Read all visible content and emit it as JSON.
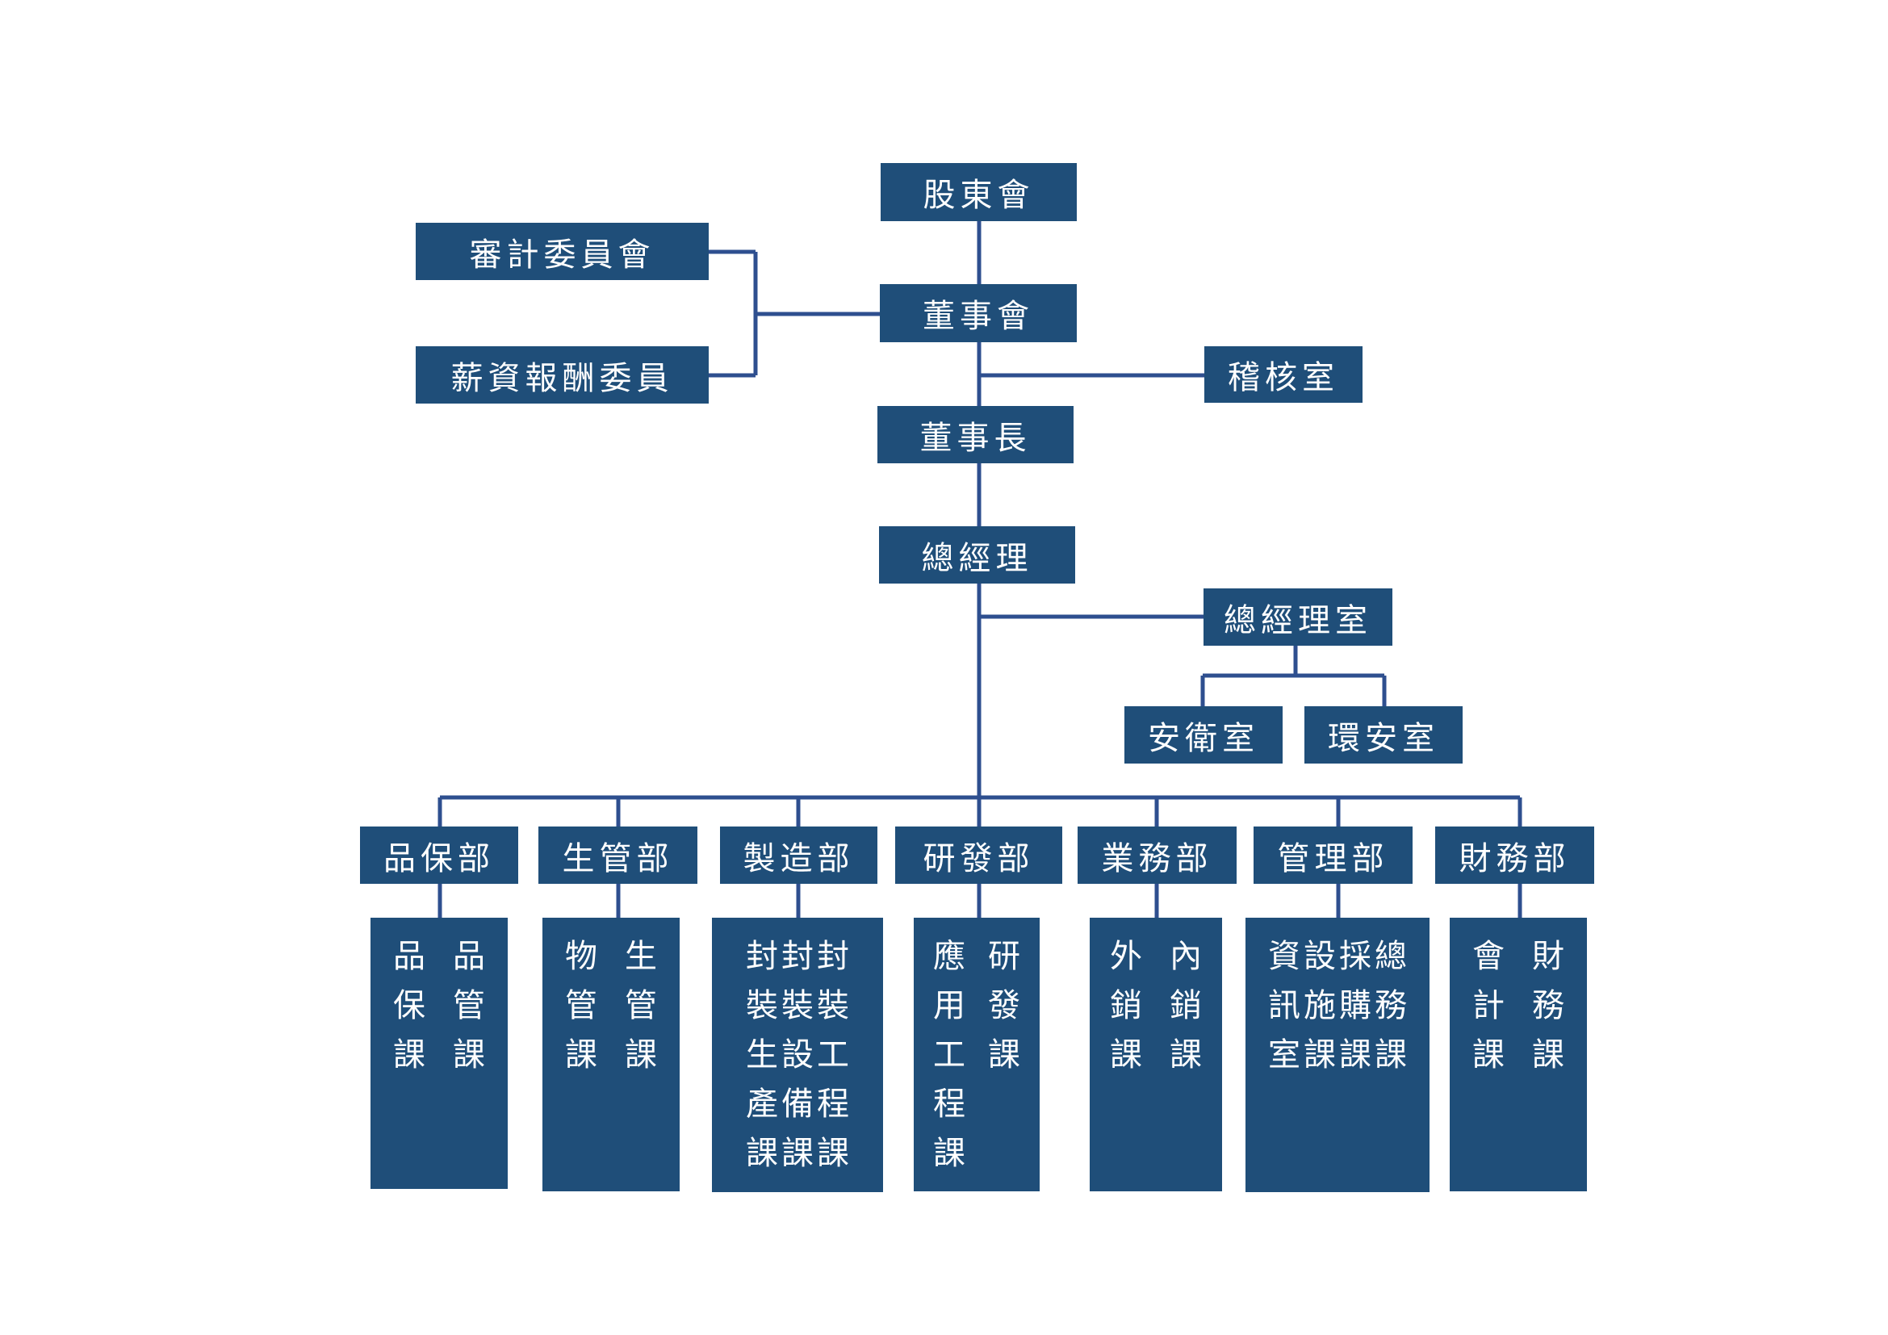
{
  "colors": {
    "box": "#1f4e79",
    "line": "#2e4f8f",
    "text": "#ffffff"
  },
  "nodes": {
    "shareholders": "股東會",
    "audit_committee": "審計委員會",
    "compensation_committee": "薪資報酬委員",
    "board": "董事會",
    "internal_audit": "稽核室",
    "chairman": "董事長",
    "general_manager": "總經理",
    "gm_office": "總經理室",
    "safety_office": "安衛室",
    "environment_office": "環安室"
  },
  "departments": [
    {
      "name": "品保部",
      "sections": [
        [
          "品",
          "保",
          "課"
        ],
        [
          "品",
          "管",
          "課"
        ]
      ]
    },
    {
      "name": "生管部",
      "sections": [
        [
          "物",
          "管",
          "課"
        ],
        [
          "生",
          "管",
          "課"
        ]
      ]
    },
    {
      "name": "製造部",
      "sections": [
        [
          "封",
          "裝",
          "生",
          "產",
          "課"
        ],
        [
          "封",
          "裝",
          "設",
          "備",
          "課"
        ],
        [
          "封",
          "裝",
          "工",
          "程",
          "課"
        ]
      ]
    },
    {
      "name": "研發部",
      "sections": [
        [
          "應",
          "用",
          "工",
          "程",
          "課"
        ],
        [
          "研",
          "發",
          "課"
        ]
      ]
    },
    {
      "name": "業務部",
      "sections": [
        [
          "外",
          "銷",
          "課"
        ],
        [
          "內",
          "銷",
          "課"
        ]
      ]
    },
    {
      "name": "管理部",
      "sections": [
        [
          "資",
          "訊",
          "室"
        ],
        [
          "設",
          "施",
          "課"
        ],
        [
          "採",
          "購",
          "課"
        ],
        [
          "總",
          "務",
          "課"
        ]
      ]
    },
    {
      "name": "財務部",
      "sections": [
        [
          "會",
          "計",
          "課"
        ],
        [
          "財",
          "務",
          "課"
        ]
      ]
    }
  ]
}
